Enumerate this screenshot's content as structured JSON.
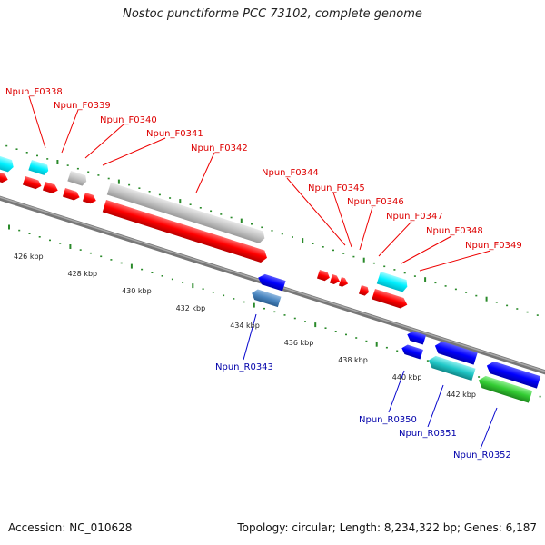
{
  "title": "Nostoc punctiforme PCC 73102, complete genome",
  "accession": "Accession: NC_010628",
  "summary": "Topology: circular; Length: 8,234,322 bp; Genes: 6,187",
  "colors": {
    "forward_cds": "#ff0000",
    "forward_rna": "#00ffff",
    "forward_pseudo": "#c0c0c0",
    "reverse_cds": "#0000ff",
    "reverse_misc": "#3a7ab8",
    "reverse_rna": "#20c0c0",
    "reverse_other": "#33cc33",
    "forward_label": "#dd0000",
    "reverse_label": "#0000aa",
    "backbone": "#8a8a8a",
    "tick": "#2a8a2a"
  },
  "axis": {
    "unit": "kbp",
    "ticks": [
      {
        "value": 426,
        "label": "426 kbp"
      },
      {
        "value": 428,
        "label": "428 kbp"
      },
      {
        "value": 430,
        "label": "430 kbp"
      },
      {
        "value": 432,
        "label": "432 kbp"
      },
      {
        "value": 434,
        "label": "434 kbp"
      },
      {
        "value": 436,
        "label": "436 kbp"
      },
      {
        "value": 438,
        "label": "438 kbp"
      },
      {
        "value": 440,
        "label": "440 kbp"
      },
      {
        "value": 442,
        "label": "442 kbp"
      }
    ]
  },
  "forward_labels": [
    "Npun_F0338",
    "Npun_F0339",
    "Npun_F0340",
    "Npun_F0341",
    "Npun_F0342",
    "Npun_F0344",
    "Npun_F0345",
    "Npun_F0346",
    "Npun_F0347",
    "Npun_F0348",
    "Npun_F0349"
  ],
  "reverse_labels": [
    "Npun_R0343",
    "Npun_R0350",
    "Npun_R0351",
    "Npun_R0352"
  ]
}
